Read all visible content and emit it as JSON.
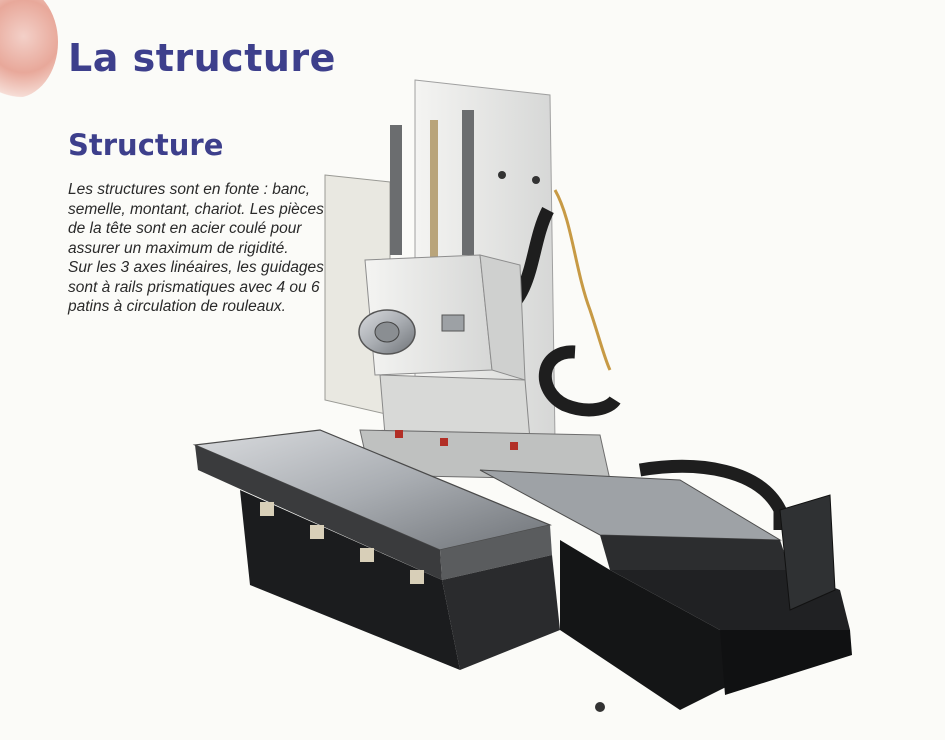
{
  "header": {
    "title": "La structure"
  },
  "section": {
    "heading": "Structure",
    "paragraphs": [
      "Les structures sont en fonte : banc, semelle, montant, chariot. Les pièces de la tête sont en acier coulé pour assurer un maximum de rigidité.",
      "Sur les 3 axes linéaires, les guidages sont à rails prismatiques avec 4 ou 6 patins à circulation de rouleaux."
    ]
  },
  "figure": {
    "icon": "boring-milling-machine-photo"
  },
  "colors": {
    "title": "#3d3f8c",
    "text": "#2a2a2a",
    "background": "#fbfbf8"
  }
}
